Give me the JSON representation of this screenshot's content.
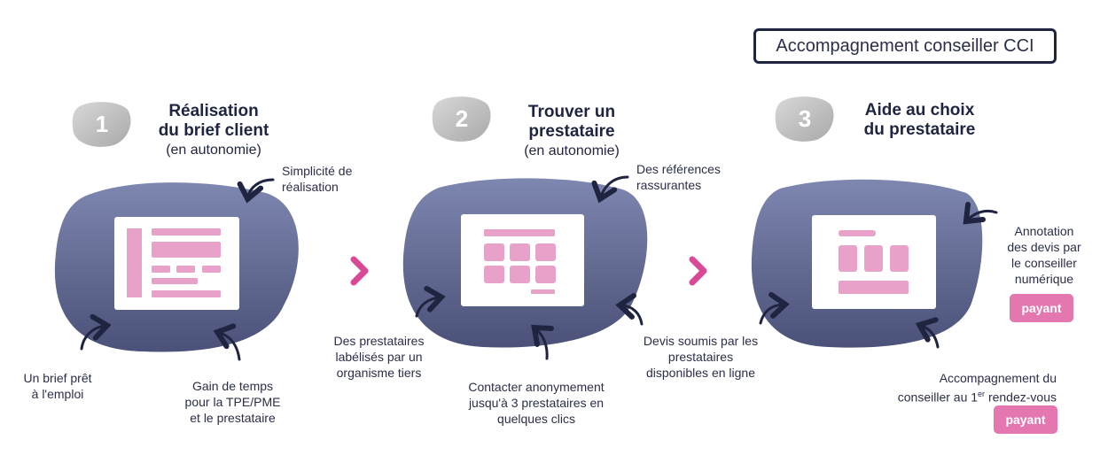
{
  "header": {
    "box_label": "Accompagnement conseiller CCI"
  },
  "steps": [
    {
      "number": "1",
      "title_line1": "Réalisation",
      "title_line2": "du brief client",
      "subtitle": "(en autonomie)",
      "notes": {
        "top_right": [
          "Simplicité de",
          "réalisation"
        ],
        "bottom_left": [
          "Un brief prêt",
          "à l'emploi"
        ],
        "bottom_right": [
          "Gain de temps",
          "pour la TPE/PME",
          "et le prestataire"
        ]
      }
    },
    {
      "number": "2",
      "title_line1": "Trouver un",
      "title_line2": "prestataire",
      "subtitle": "(en autonomie)",
      "notes": {
        "top_right": [
          "Des références",
          "rassurantes"
        ],
        "left": [
          "Des prestataires",
          "labélisés par un",
          "organisme tiers"
        ],
        "bottom": [
          "Contacter anonymement",
          "jusqu'à 3 prestataires en",
          "quelques clics"
        ],
        "right": [
          "Devis soumis par les",
          "prestataires",
          "disponibles en ligne"
        ]
      }
    },
    {
      "number": "3",
      "title_line1": "Aide au choix",
      "title_line2": "du prestataire",
      "notes": {
        "right": [
          "Annotation",
          "des devis par",
          "le conseiller",
          "numérique"
        ],
        "bottom_line1": "Accompagnement du",
        "bottom_line2_prefix": "conseiller au 1",
        "bottom_line2_sup": "er",
        "bottom_line2_suffix": " rendez-vous"
      },
      "badges": [
        "payant",
        "payant"
      ]
    }
  ],
  "colors": {
    "blob_top": "#7c84ac",
    "blob_bottom": "#4b5178",
    "pink": "#e8a2ca",
    "pink_accent": "#d94a96",
    "badge": "#e476b0",
    "navy": "#1f2540",
    "number_gray": "#c4c4c4"
  },
  "icons": [
    "number-blob-icon",
    "curved-arrow-icon",
    "chevron-right-icon",
    "screen-mockup-icon"
  ]
}
